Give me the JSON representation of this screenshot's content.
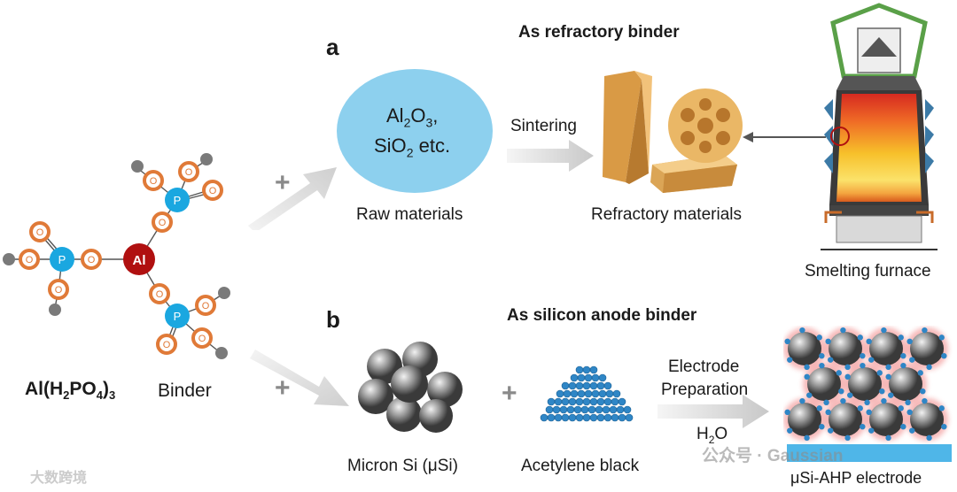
{
  "panel_a": {
    "letter": "a",
    "heading": "As refractory binder",
    "raw_text_1": "Al",
    "raw_sub_1": "2",
    "raw_text_2": "O",
    "raw_sub_2": "3",
    "raw_text_3": ",",
    "raw_text_4": "SiO",
    "raw_sub_4": "2",
    "raw_text_5": " etc.",
    "raw_label": "Raw materials",
    "process": "Sintering",
    "product_label": "Refractory materials",
    "furnace_label": "Smelting furnace"
  },
  "panel_b": {
    "letter": "b",
    "heading": "As silicon anode binder",
    "si_label": "Micron Si (μSi)",
    "carbon_label": "Acetylene black",
    "process_line1": "Electrode",
    "process_line2": "Preparation",
    "solvent": "H",
    "solvent_sub": "2",
    "solvent_end": "O",
    "electrode_label": "μSi-AHP electrode"
  },
  "molecule": {
    "formula_a": "Al(H",
    "formula_sub1": "2",
    "formula_b": "PO",
    "formula_sub2": "4",
    "formula_c": ")",
    "formula_sub3": "3",
    "binder_word": "Binder",
    "center": "Al",
    "p_atom": "P",
    "o_atom": "O"
  },
  "plus_sign": "+",
  "watermark": {
    "left": "大数跨境",
    "right": "公众号 · Gaussian"
  },
  "colors": {
    "oxygen": "#e07a38",
    "phosphorus": "#1aa7e0",
    "aluminum": "#b01010",
    "hydrogen": "#7a7a7a",
    "raw_blob": "#8dd0ee",
    "furnace_frame": "#5aa048",
    "electrode_base": "#4fb6e8"
  }
}
